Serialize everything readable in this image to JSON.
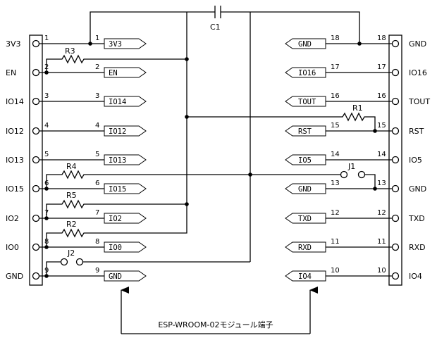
{
  "left_header": [
    {
      "pin": "1",
      "label": "3V3"
    },
    {
      "pin": "2",
      "label": "EN"
    },
    {
      "pin": "3",
      "label": "IO14"
    },
    {
      "pin": "4",
      "label": "IO12"
    },
    {
      "pin": "5",
      "label": "IO13"
    },
    {
      "pin": "6",
      "label": "IO15"
    },
    {
      "pin": "7",
      "label": "IO2"
    },
    {
      "pin": "8",
      "label": "IO0"
    },
    {
      "pin": "9",
      "label": "GND"
    }
  ],
  "left_module": [
    {
      "pin": "1",
      "label": "3V3"
    },
    {
      "pin": "2",
      "label": "EN"
    },
    {
      "pin": "3",
      "label": "IO14"
    },
    {
      "pin": "4",
      "label": "IO12"
    },
    {
      "pin": "5",
      "label": "IO13"
    },
    {
      "pin": "6",
      "label": "IO15"
    },
    {
      "pin": "7",
      "label": "IO2"
    },
    {
      "pin": "8",
      "label": "IO0"
    },
    {
      "pin": "9",
      "label": "GND"
    }
  ],
  "right_header": [
    {
      "pin": "18",
      "label": "GND"
    },
    {
      "pin": "17",
      "label": "IO16"
    },
    {
      "pin": "16",
      "label": "TOUT"
    },
    {
      "pin": "15",
      "label": "RST"
    },
    {
      "pin": "14",
      "label": "IO5"
    },
    {
      "pin": "13",
      "label": "GND"
    },
    {
      "pin": "12",
      "label": "TXD"
    },
    {
      "pin": "11",
      "label": "RXD"
    },
    {
      "pin": "10",
      "label": "IO4"
    }
  ],
  "right_module": [
    {
      "pin": "18",
      "label": "GND"
    },
    {
      "pin": "17",
      "label": "IO16"
    },
    {
      "pin": "16",
      "label": "TOUT"
    },
    {
      "pin": "15",
      "label": "RST"
    },
    {
      "pin": "14",
      "label": "IO5"
    },
    {
      "pin": "13",
      "label": "GND"
    },
    {
      "pin": "12",
      "label": "TXD"
    },
    {
      "pin": "11",
      "label": "RXD"
    },
    {
      "pin": "10",
      "label": "IO4"
    }
  ],
  "components": {
    "capacitor": "C1",
    "resistors": [
      "R3",
      "R4",
      "R5",
      "R2",
      "R1"
    ],
    "jumpers": [
      "J1",
      "J2"
    ]
  },
  "caption": "ESP-WROOM-02モジュール端子"
}
